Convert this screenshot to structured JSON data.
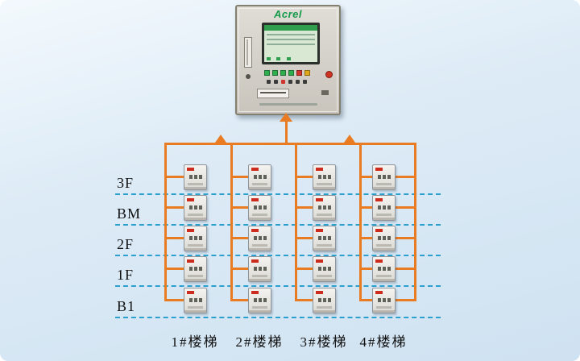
{
  "diagram": {
    "cabinet": {
      "brand": "Acrel",
      "indicator_colors": [
        "#2FAE4E",
        "#2FAE4E",
        "#2FAE4E",
        "#2FAE4E",
        "#D0342C",
        "#E0A818"
      ],
      "button_colors": [
        "#3B3B3B",
        "#3B3B3B",
        "#D0342C",
        "#3B3B3B",
        "#3B3B3B",
        "#3B3B3B"
      ]
    },
    "floors": [
      {
        "label": "3F"
      },
      {
        "label": "BM"
      },
      {
        "label": "2F"
      },
      {
        "label": "1F"
      },
      {
        "label": "B1"
      }
    ],
    "staircases": [
      {
        "label": "1#楼梯"
      },
      {
        "label": "2#楼梯"
      },
      {
        "label": "3#楼梯"
      },
      {
        "label": "4#楼梯"
      }
    ],
    "colors": {
      "line": "#E97B23",
      "divider": "#2BA0CE",
      "brand": "#169B4A",
      "text": "#111111"
    }
  }
}
